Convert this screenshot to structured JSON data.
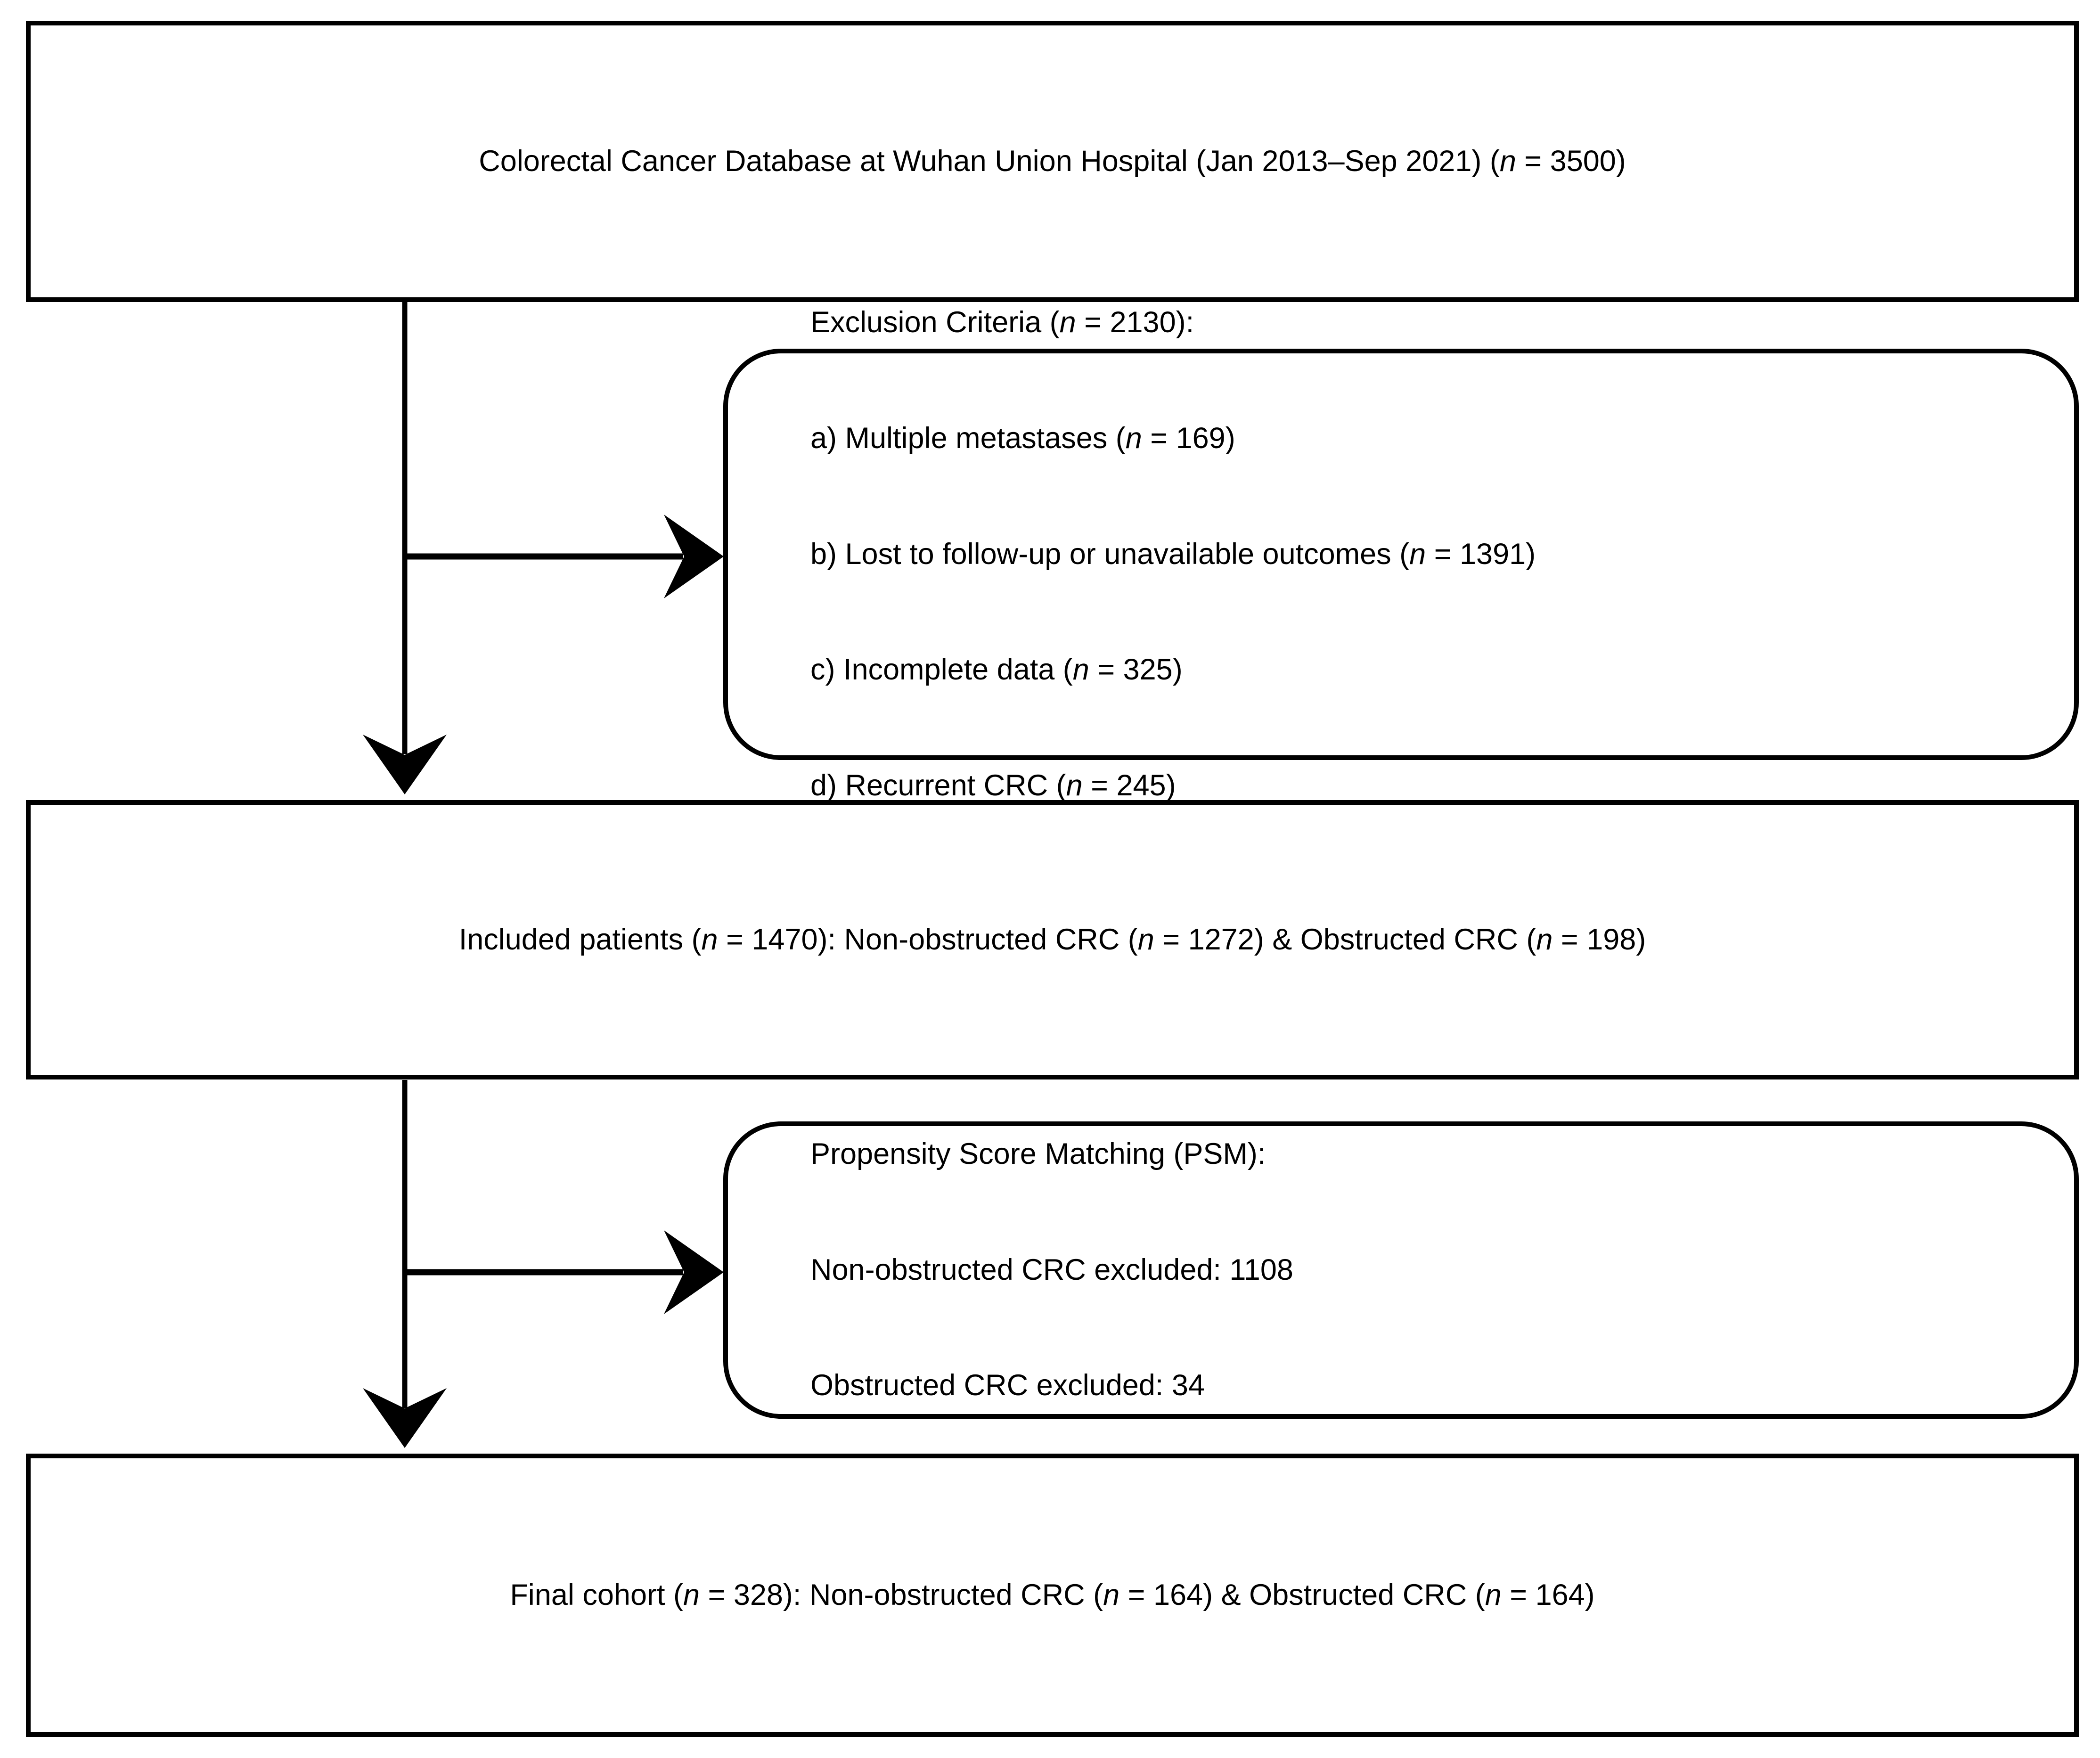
{
  "figure": {
    "type": "flowchart",
    "orientation": "vertical",
    "stroke_color": "#000000",
    "background_color": "#ffffff",
    "text_color": "#000000"
  },
  "nodes": {
    "database": {
      "id": "database",
      "shape": "rectangle",
      "align": "center",
      "text": "Colorectal Cancer Database at Wuhan Union Hospital (Jan 2013–Sep 2021) (n = 3500)",
      "label": "Colorectal Cancer Database at Wuhan Union Hospital",
      "period": "Jan 2013–Sep 2021",
      "n": 3500
    },
    "exclusion": {
      "id": "exclusion",
      "shape": "rounded-rectangle",
      "align": "left",
      "heading": "Exclusion Criteria (n = 2130):",
      "n": 2130,
      "items": [
        {
          "key": "a",
          "text": "a) Multiple metastases (n = 169)",
          "label": "Multiple metastases",
          "n": 169
        },
        {
          "key": "b",
          "text": "b) Lost to follow-up or unavailable outcomes (n = 1391)",
          "label": "Lost to follow-up or unavailable outcomes",
          "n": 1391
        },
        {
          "key": "c",
          "text": "c) Incomplete data (n = 325)",
          "label": "Incomplete data",
          "n": 325
        },
        {
          "key": "d",
          "text": "d) Recurrent CRC (n = 245)",
          "label": "Recurrent CRC",
          "n": 245
        }
      ]
    },
    "included": {
      "id": "included",
      "shape": "rectangle",
      "align": "center",
      "text": "Included patients (n = 1470): Non-obstructed CRC (n = 1272) & Obstructed CRC (n = 198)",
      "label": "Included patients",
      "n": 1470,
      "groups": [
        {
          "label": "Non-obstructed CRC",
          "n": 1272
        },
        {
          "label": "Obstructed CRC",
          "n": 198
        }
      ]
    },
    "psm": {
      "id": "psm",
      "shape": "rounded-rectangle",
      "align": "left",
      "heading": "Propensity Score Matching (PSM):",
      "items": [
        {
          "text": "Non-obstructed CRC excluded: 1108",
          "label": "Non-obstructed CRC excluded",
          "n": 1108
        },
        {
          "text": "Obstructed CRC excluded: 34",
          "label": "Obstructed CRC excluded",
          "n": 34
        }
      ]
    },
    "final": {
      "id": "final",
      "shape": "rectangle",
      "align": "center",
      "text": "Final cohort (n = 328): Non-obstructed CRC (n = 164) & Obstructed CRC (n = 164)",
      "label": "Final cohort",
      "n": 328,
      "groups": [
        {
          "label": "Non-obstructed CRC",
          "n": 164
        },
        {
          "label": "Obstructed CRC",
          "n": 164
        }
      ]
    }
  },
  "connectors": [
    {
      "id": "database-to-included",
      "from": "database",
      "to": "included",
      "direction": "down",
      "arrowhead": true
    },
    {
      "id": "database-to-exclusion",
      "from": "database",
      "to": "exclusion",
      "direction": "right",
      "arrowhead": true
    },
    {
      "id": "included-to-final",
      "from": "included",
      "to": "final",
      "direction": "down",
      "arrowhead": true
    },
    {
      "id": "included-to-psm",
      "from": "included",
      "to": "psm",
      "direction": "right",
      "arrowhead": true
    }
  ]
}
